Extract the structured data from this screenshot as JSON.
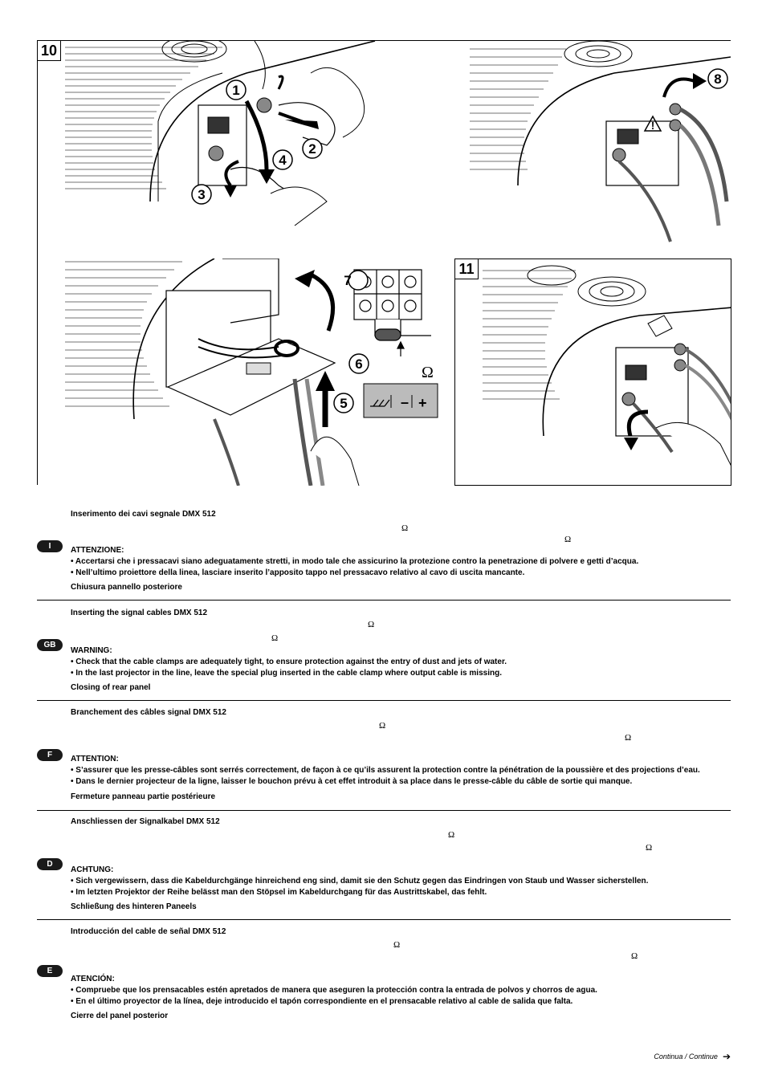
{
  "figure": {
    "fig10_label": "10",
    "fig11_label": "11",
    "steps": [
      "1",
      "2",
      "3",
      "4",
      "5",
      "6",
      "7",
      "8"
    ],
    "omega": "Ω",
    "warning_symbol": "!"
  },
  "sections": [
    {
      "lang": "I",
      "heading": "Inserimento dei cavi segnale DMX 512",
      "warning_title": "ATTENZIONE:",
      "bullets": [
        "• Accertarsi che i pressacavi siano adeguatamente stretti, in modo tale che assicurino la protezione contro la penetrazione di polvere e getti d’acqua.",
        "• Nell’ultimo proiettore della linea, lasciare inserito l’apposito tappo nel pressacavo relativo al cavo di uscita mancante."
      ],
      "closing": "Chiusura pannello posteriore"
    },
    {
      "lang": "GB",
      "heading": "Inserting the signal cables DMX 512",
      "warning_title": "WARNING:",
      "bullets": [
        "• Check that the cable clamps are adequately tight, to ensure protection against the entry of dust and jets of water.",
        "• In the last projector in the line, leave the special plug inserted in the cable clamp where output cable is missing."
      ],
      "closing": "Closing of rear panel"
    },
    {
      "lang": "F",
      "heading": "Branchement des câbles signal DMX 512",
      "warning_title": "ATTENTION:",
      "bullets": [
        "• S’assurer que les presse-câbles sont serrés correctement, de façon à ce qu’ils assurent la protection contre la pénétration de la poussière et des projections d’eau.",
        "• Dans le dernier projecteur de la ligne, laisser le bouchon prévu à cet effet introduit à sa place dans le presse-câble du câble de sortie qui manque."
      ],
      "closing": "Fermeture panneau partie postérieure"
    },
    {
      "lang": "D",
      "heading": "Anschliessen der Signalkabel DMX 512",
      "warning_title": "ACHTUNG:",
      "bullets": [
        "• Sich vergewissern, dass die Kabeldurchgänge hinreichend eng sind, damit sie den Schutz gegen das Eindringen von Staub und Wasser sicherstellen.",
        "• Im letzten Projektor der Reihe belässt man den Stöpsel im Kabeldurchgang für das Austrittskabel, das fehlt."
      ],
      "closing": "Schließung des hinteren Paneels"
    },
    {
      "lang": "E",
      "heading": "Introducción del cable de señal DMX 512",
      "warning_title": "ATENCIÓN:",
      "bullets": [
        "• Compruebe que los prensacables estén apretados de manera que aseguren la protección contra la entrada de polvos y chorros de agua.",
        "• En el último proyector de la línea, deje introducido el tapón correspondiente en el prensacable relativo al cable de salida que falta."
      ],
      "closing": "Cierre del panel posterior"
    }
  ],
  "footer": {
    "text": "Continua / Continue",
    "arrow": "➔"
  }
}
